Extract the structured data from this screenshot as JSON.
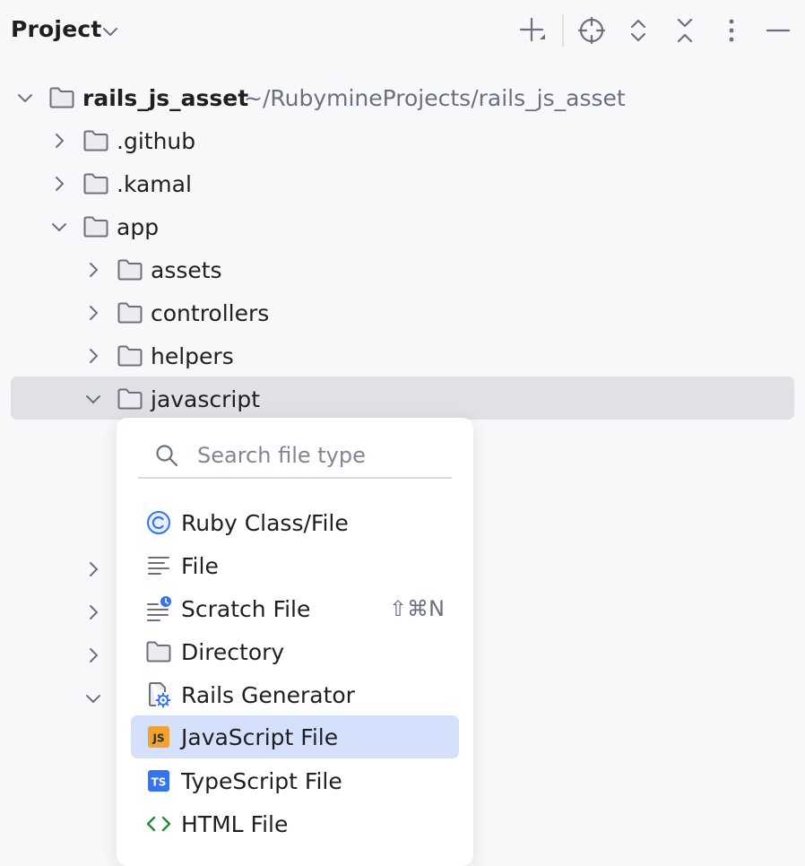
{
  "header": {
    "title": "Project"
  },
  "tree": {
    "root": {
      "name": "rails_js_asset",
      "path": "~/RubymineProjects/rails_js_asset"
    },
    "items": [
      {
        "name": ".github"
      },
      {
        "name": ".kamal"
      },
      {
        "name": "app"
      },
      {
        "name": "assets"
      },
      {
        "name": "controllers"
      },
      {
        "name": "helpers"
      },
      {
        "name": "javascript"
      }
    ]
  },
  "popup": {
    "search_placeholder": "Search file type",
    "items": [
      {
        "label": "Ruby Class/File",
        "icon": "ruby-class-icon"
      },
      {
        "label": "File",
        "icon": "file-lines-icon"
      },
      {
        "label": "Scratch File",
        "icon": "scratch-file-icon",
        "shortcut": "⇧⌘N"
      },
      {
        "label": "Directory",
        "icon": "folder-icon"
      },
      {
        "label": "Rails Generator",
        "icon": "rails-generator-icon"
      },
      {
        "label": "JavaScript File",
        "icon": "javascript-icon",
        "badge": "JS"
      },
      {
        "label": "TypeScript File",
        "icon": "typescript-icon",
        "badge": "TS"
      },
      {
        "label": "HTML File",
        "icon": "html-icon"
      }
    ]
  },
  "colors": {
    "background": "#f7f8fa",
    "selection": "#dfe1e5",
    "highlight": "#d5e1fc",
    "js_badge": "#f0a32f",
    "ts_badge": "#3574f0",
    "ruby_class": "#3574f0",
    "html": "#208a3c"
  }
}
